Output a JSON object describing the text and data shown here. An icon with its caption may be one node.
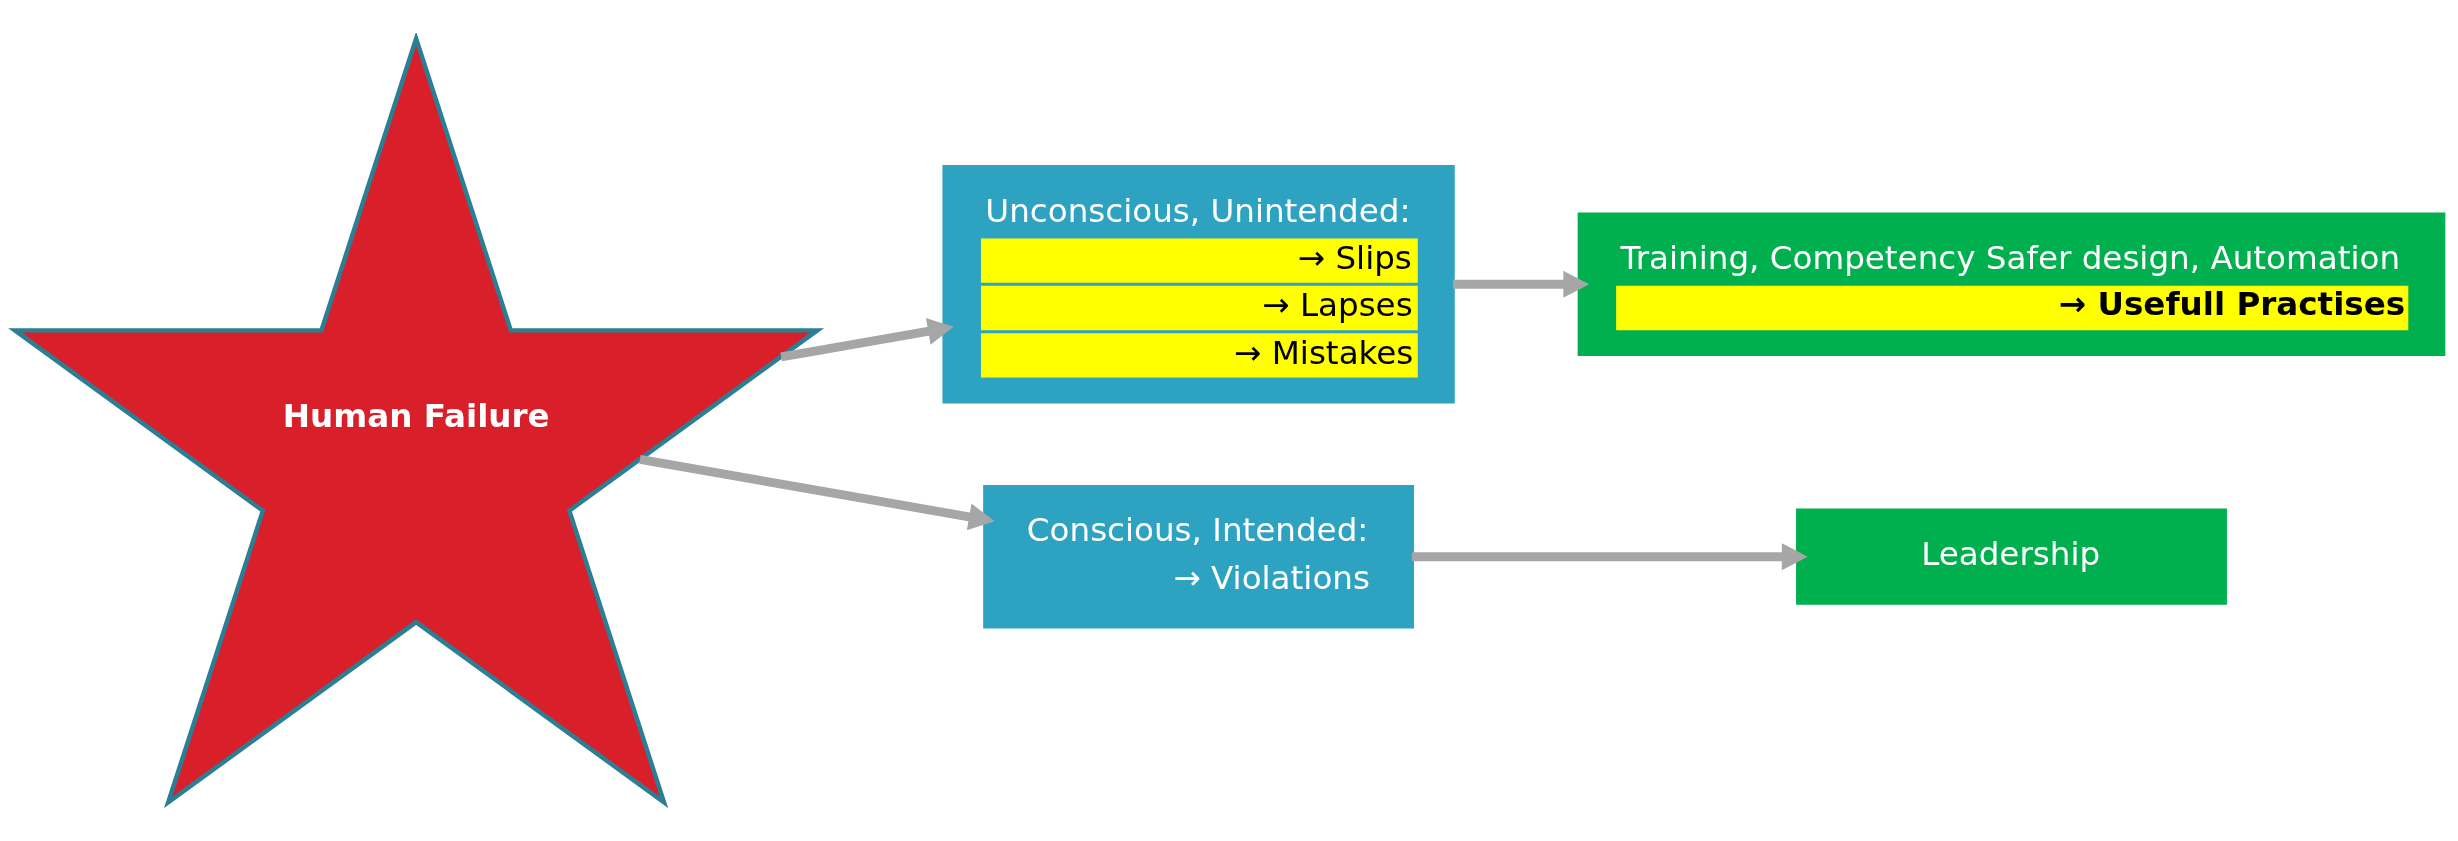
{
  "diagram": {
    "nodes": [
      {
        "text": [
          "Human Failure"
        ]
      },
      {
        "text": [
          "Unconscious, Unintended:",
          "→ Slips",
          "→ Lapses",
          "→ Mistakes"
        ]
      },
      {
        "text": [
          "Conscious, Intended:",
          "→ Violations"
        ]
      },
      {
        "text": [
          "Training, Competency Safer design, Automation",
          "→ Usefull Practises"
        ]
      },
      {
        "text": [
          "Leadership"
        ]
      }
    ],
    "edges": [
      {
        "from": 0,
        "to": 1,
        "arrow": "to"
      },
      {
        "from": 0,
        "to": 2,
        "arrow": "to"
      },
      {
        "from": 1,
        "to": 3,
        "arrow": "to"
      },
      {
        "from": 2,
        "to": 4,
        "arrow": "to"
      }
    ]
  }
}
